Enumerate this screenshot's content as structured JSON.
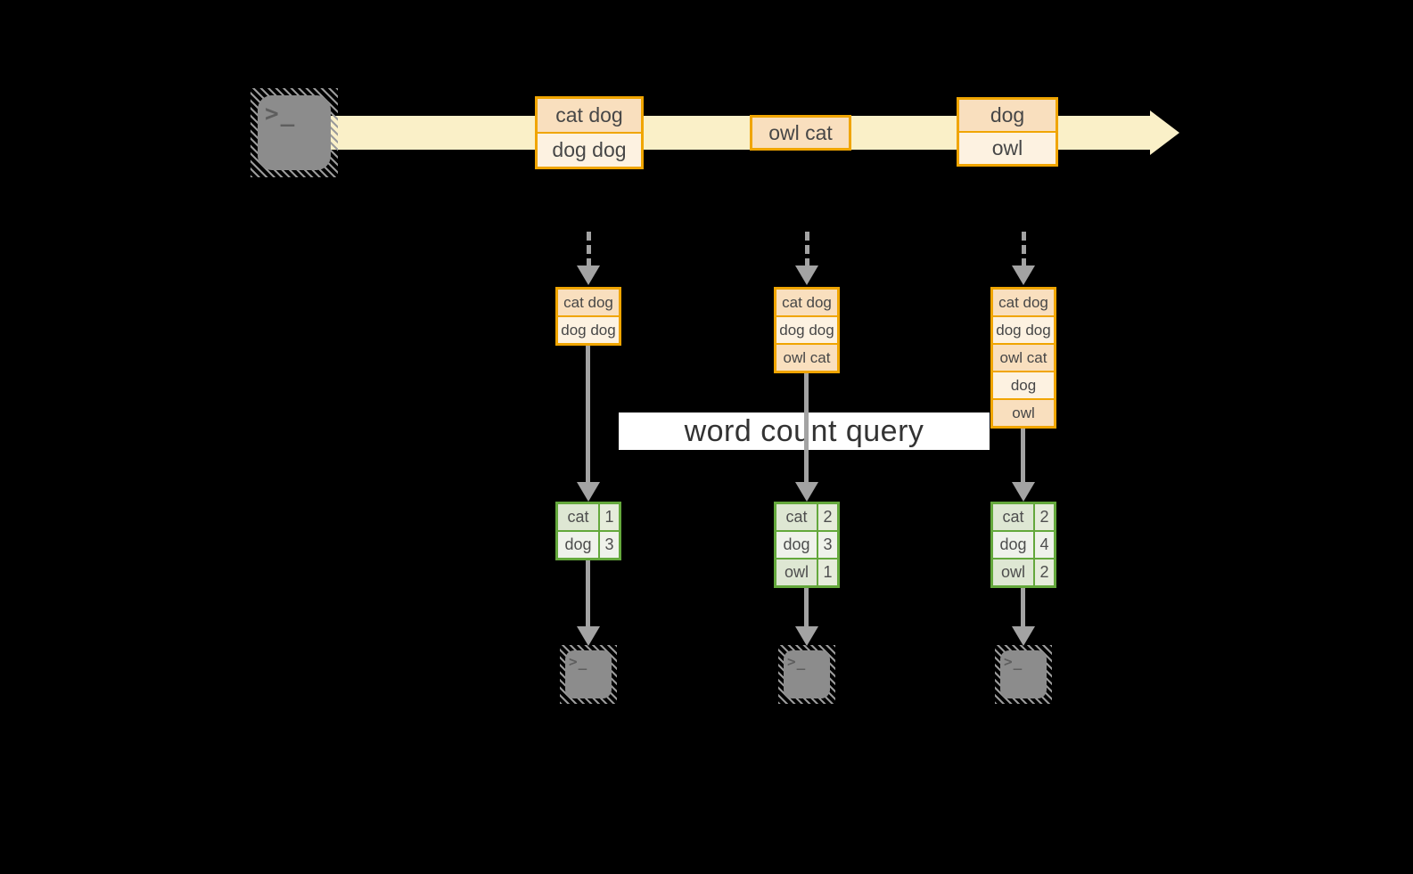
{
  "banner": {
    "label": "word count query"
  },
  "icons": {
    "terminal_prompt": ">_"
  },
  "colors": {
    "background": "#000000",
    "stream_band": "#FAF0C8",
    "record_border": "#F0A500",
    "record_fill_dark": "#F9DFBE",
    "record_fill_light": "#FDF2E1",
    "table_border": "#64A83C",
    "table_row_dark": "#DEE7D3",
    "table_row_light": "#EFF2EB",
    "arrow_gray": "#A3A3A3",
    "terminal_gray": "#8C8C8C"
  },
  "stream": {
    "records": [
      {
        "lines": [
          "cat dog",
          "dog dog"
        ]
      },
      {
        "lines": [
          "owl cat"
        ]
      },
      {
        "lines": [
          "dog",
          "owl"
        ]
      }
    ]
  },
  "pipelines": [
    {
      "buffer": [
        "cat dog",
        "dog dog"
      ],
      "result": [
        [
          "cat",
          "1"
        ],
        [
          "dog",
          "3"
        ]
      ]
    },
    {
      "buffer": [
        "cat dog",
        "dog dog",
        "owl cat"
      ],
      "result": [
        [
          "cat",
          "2"
        ],
        [
          "dog",
          "3"
        ],
        [
          "owl",
          "1"
        ]
      ]
    },
    {
      "buffer": [
        "cat dog",
        "dog dog",
        "owl cat",
        "dog",
        "owl"
      ],
      "result": [
        [
          "cat",
          "2"
        ],
        [
          "dog",
          "4"
        ],
        [
          "owl",
          "2"
        ]
      ]
    }
  ]
}
